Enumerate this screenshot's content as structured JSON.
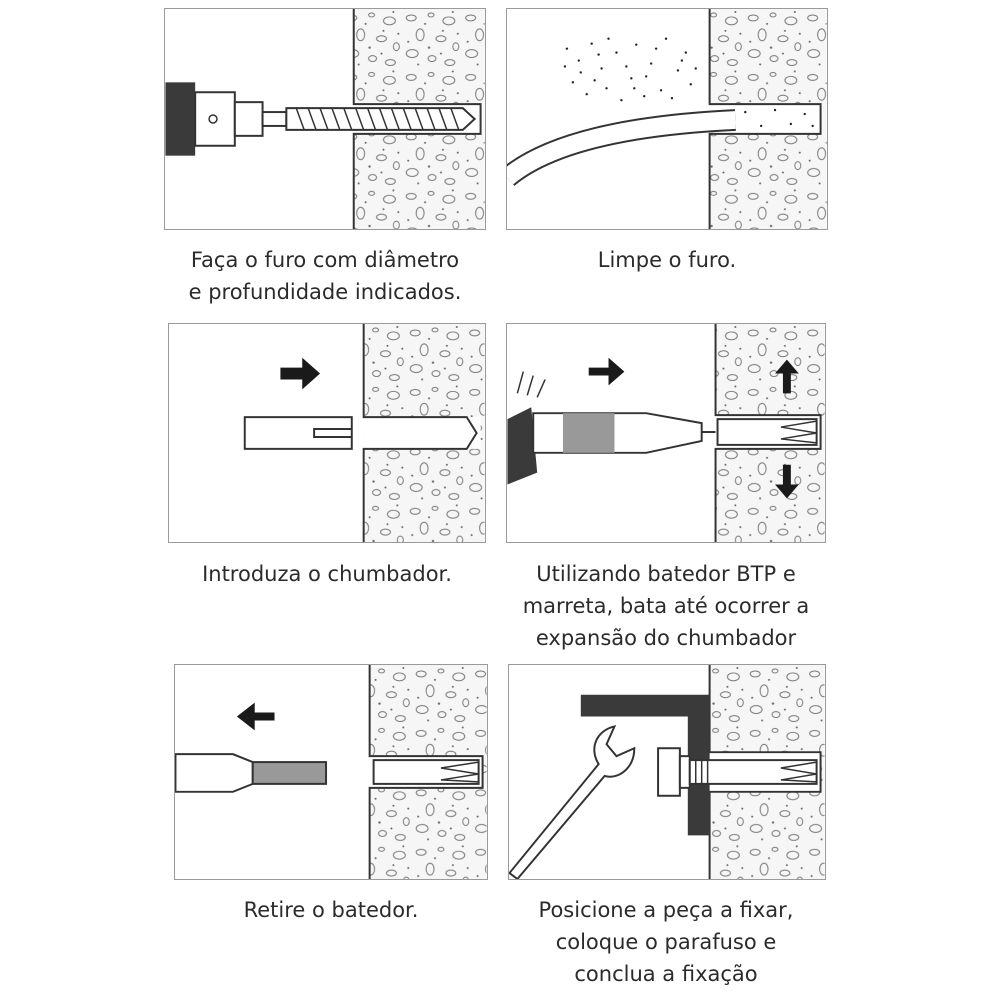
{
  "steps": [
    {
      "id": "drill-hole",
      "caption": "Faça o furo com diâmetro\ne profundidade indicados."
    },
    {
      "id": "clean-hole",
      "caption": "Limpe o furo."
    },
    {
      "id": "insert-anchor",
      "caption": "Introduza o chumbador."
    },
    {
      "id": "expand-anchor",
      "caption": "Utilizando batedor BTP e\nmarreta, bata até ocorrer a\nexpansão do chumbador"
    },
    {
      "id": "remove-setter",
      "caption": "Retire o batedor."
    },
    {
      "id": "fix-part",
      "caption": "Posicione a peça a fixar,\ncoloque o parafuso e\nconclua a fixação"
    }
  ],
  "icons": {
    "arrow_right": "arrow-right-icon",
    "arrow_left": "arrow-left-icon",
    "arrow_up": "arrow-up-icon",
    "arrow_down": "arrow-down-icon"
  },
  "colors": {
    "line": "#333333",
    "concrete_fill": "#f4f4f4",
    "dark": "#3a3a3a"
  }
}
